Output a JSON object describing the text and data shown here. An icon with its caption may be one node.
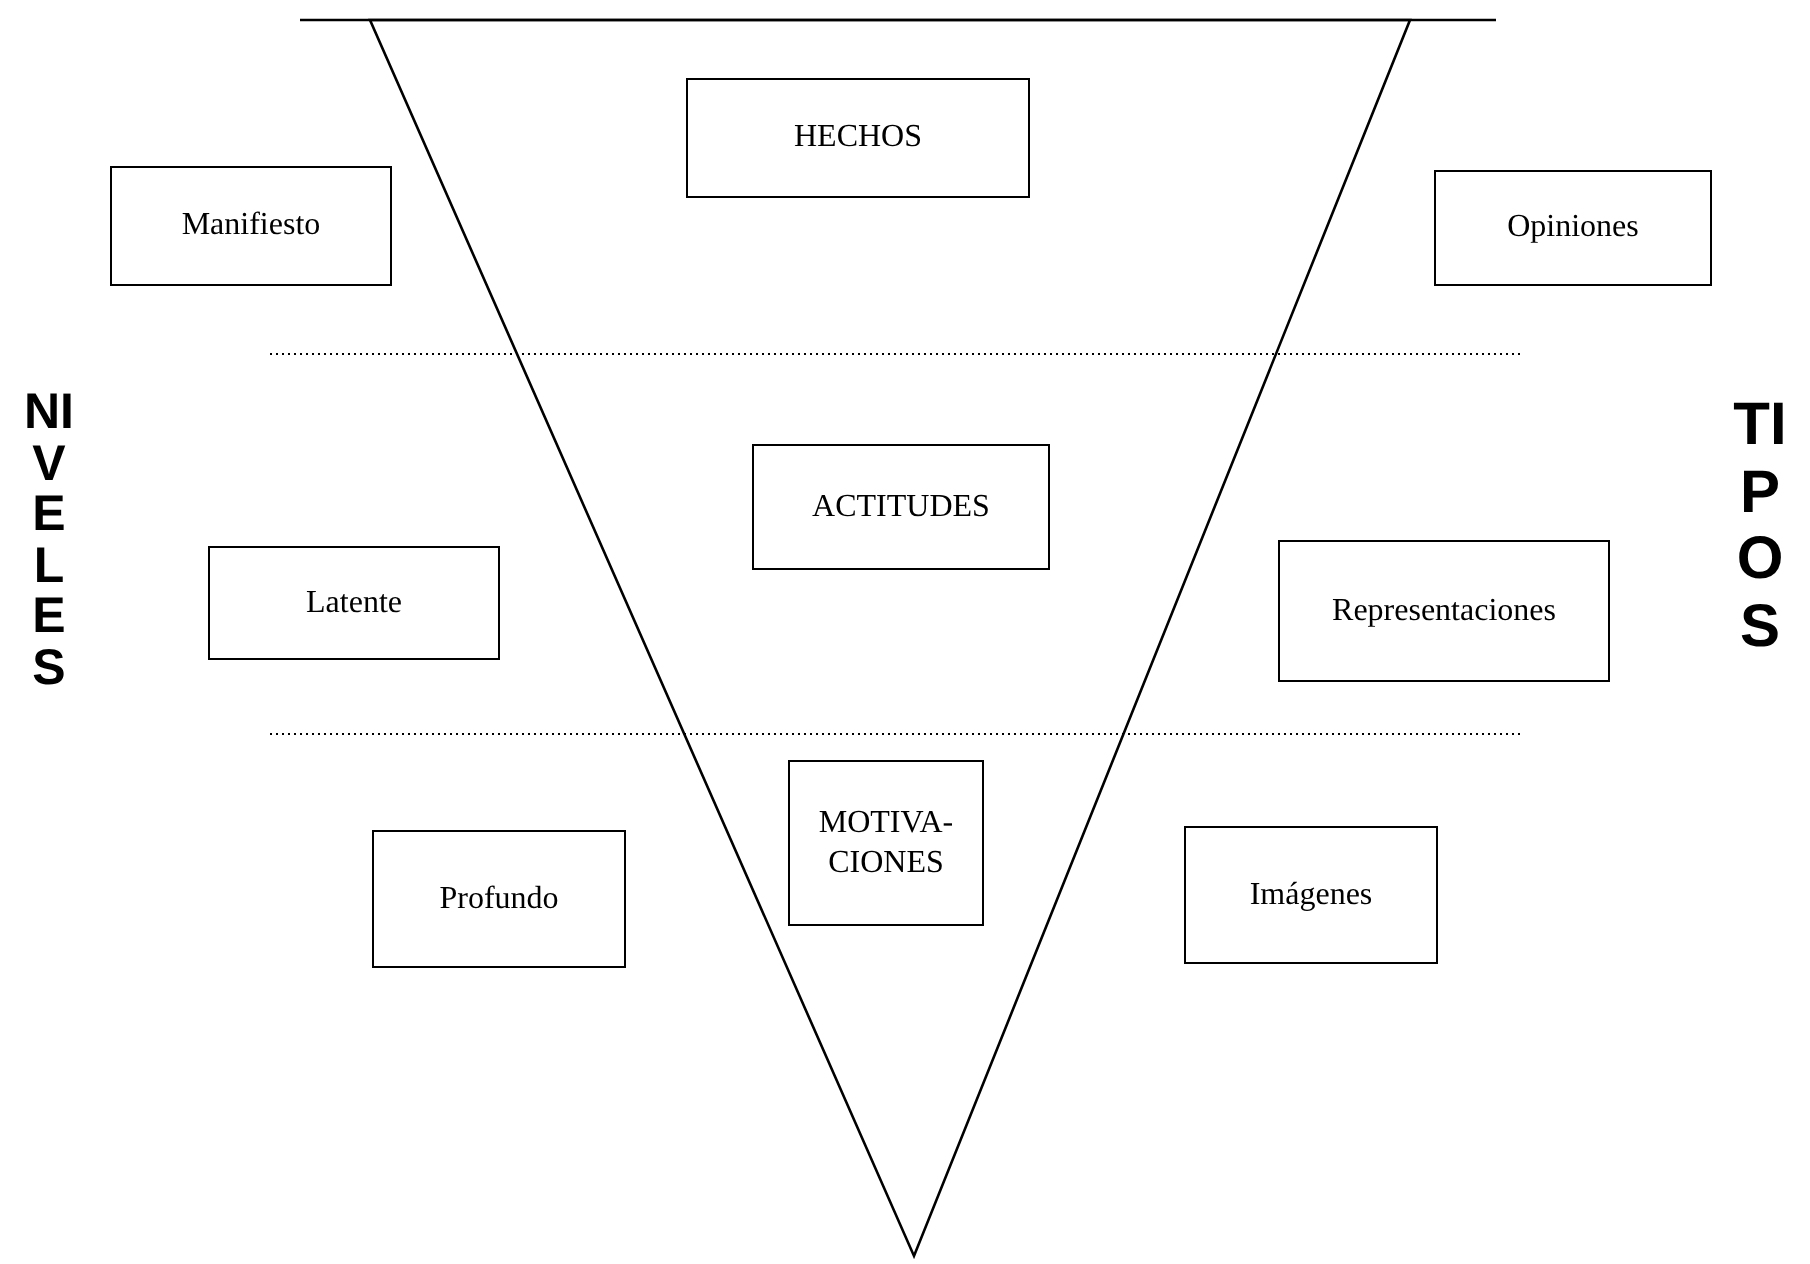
{
  "diagram": {
    "nodes": [
      {
        "text": [
          "HECHOS"
        ]
      },
      {
        "text": [
          "Manifiesto"
        ]
      },
      {
        "text": [
          "Opiniones"
        ]
      },
      {
        "text": [
          "ACTITUDES"
        ]
      },
      {
        "text": [
          "Latente"
        ]
      },
      {
        "text": [
          "Representaciones"
        ]
      },
      {
        "text": [
          "MOTIVA- CIONES"
        ]
      },
      {
        "text": [
          "Profundo"
        ]
      },
      {
        "text": [
          "Imágenes"
        ]
      }
    ],
    "labels": [
      "NIVELES",
      "TIPOS"
    ]
  }
}
